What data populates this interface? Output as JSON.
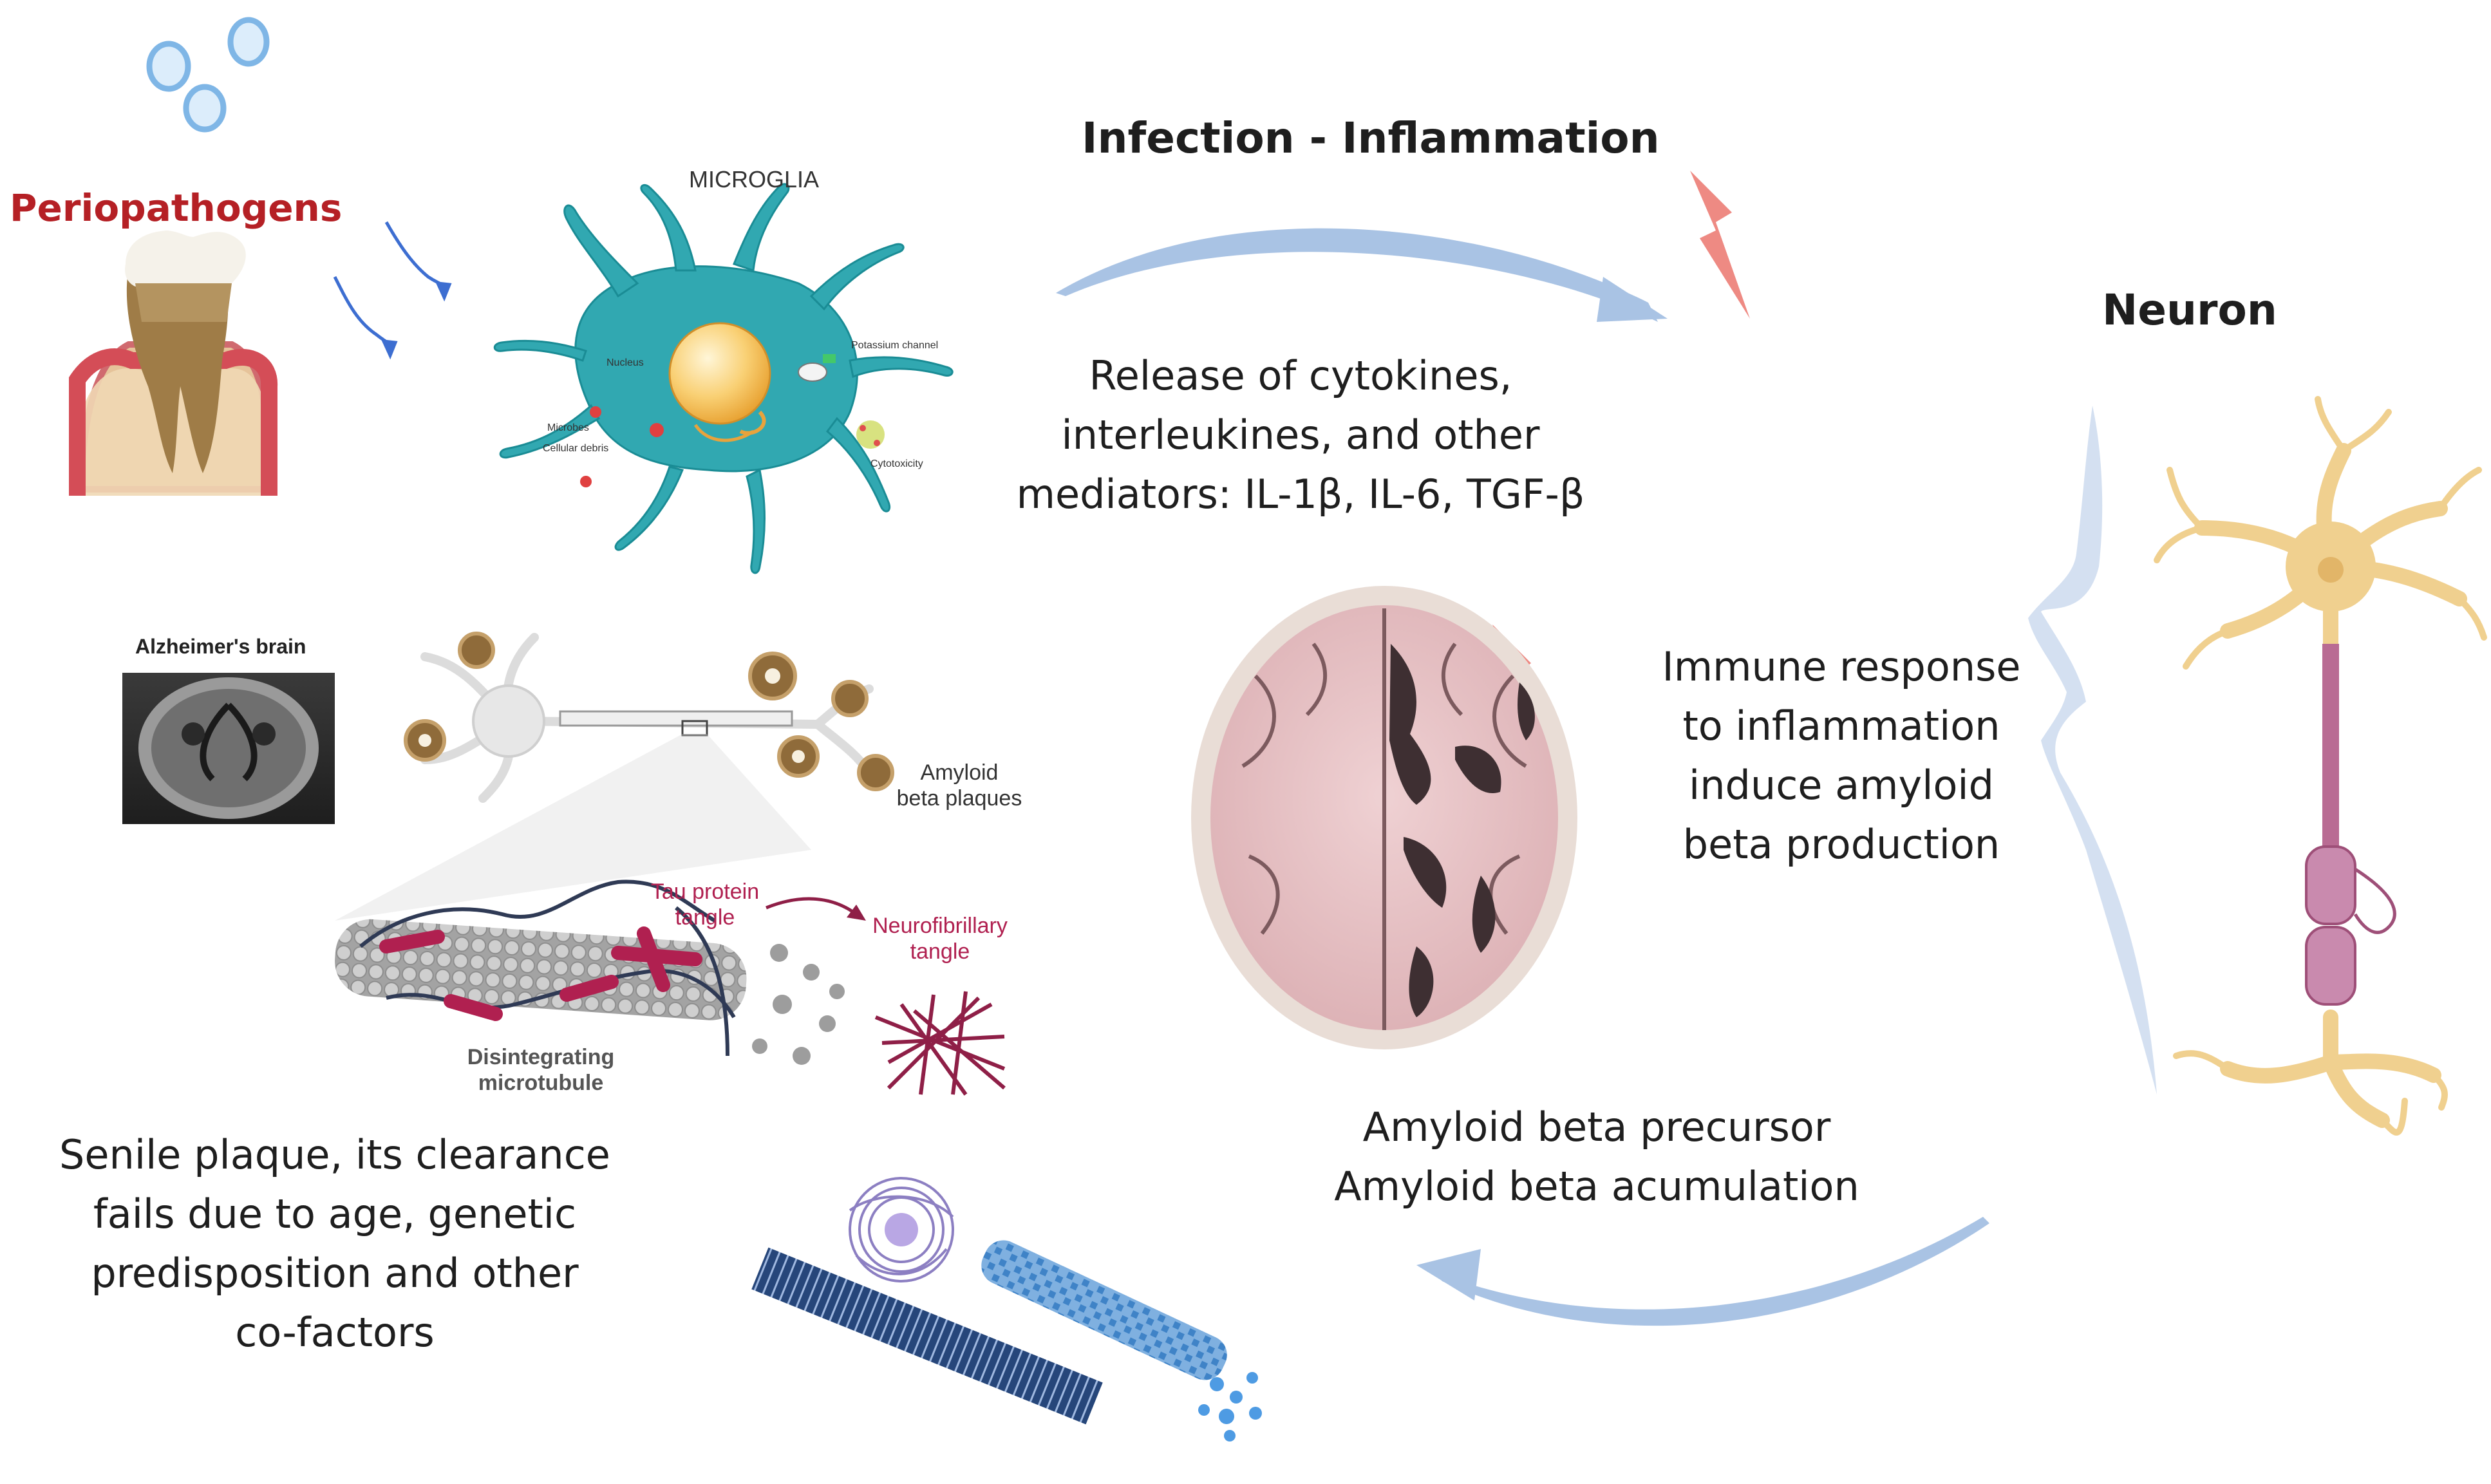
{
  "colors": {
    "periopathogens": "#b52025",
    "microglia_body": "#30a7b1",
    "arrow": "#a9c3e4",
    "lightning": "#ec8a83",
    "neuron": "#f2d49a",
    "axon": "#b4678f",
    "brain": "#e5c1c4",
    "tangle": "#8f1f47",
    "amyloid_fibril": "#2d5e9e"
  },
  "icons": [
    "bacteria-bubbles-icon",
    "diseased-tooth-icon",
    "microglia-cell-icon",
    "lightning-bolt-icon",
    "neuron-icon",
    "mri-scan-icon",
    "brain-cross-section-icon",
    "amyloid-fibril-icon",
    "microtubule-icon"
  ],
  "labels": {
    "periopathogens": "Periopathogens",
    "microglia": "MICROGLIA",
    "infection_inflammation": "Infection - Inflammation",
    "neuron": "Neuron",
    "alzheimers_brain": "Alzheimer's brain",
    "amyloid_beta_plaques": [
      "Amyloid",
      "beta plaques"
    ],
    "tau_protein_tangle": [
      "Tau protein",
      "tangle"
    ],
    "neurofibrillary_tangle": [
      "Neurofibrillary",
      "tangle"
    ],
    "disintegrating_microtubule": [
      "Disintegrating",
      "microtubule"
    ],
    "microglia_parts": {
      "nucleus": "Nucleus",
      "potassium_channel": "Potassium channel",
      "microbes": "Microbes",
      "cellular_debris": "Cellular debris",
      "cytotoxicity": "Cytotoxicity"
    }
  },
  "texts": {
    "cytokines": [
      "Release of cytokines,",
      "interleukines, and other",
      "mediators: IL-1β, IL-6, TGF-β"
    ],
    "immune_response": [
      "Immune response",
      "to inflammation",
      "induce  amyloid",
      "beta production"
    ],
    "amyloid_precursor": [
      "Amyloid beta precursor",
      "Amyloid beta acumulation"
    ],
    "senile_plaque": [
      "Senile plaque, its clearance",
      "fails due to age, genetic",
      "predisposition and other",
      "co-factors"
    ]
  }
}
